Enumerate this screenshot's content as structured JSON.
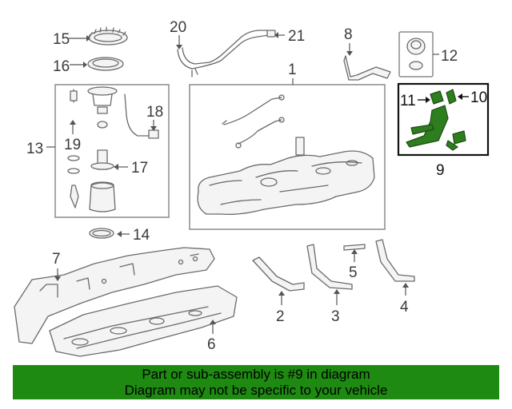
{
  "callouts": {
    "n1": "1",
    "n2": "2",
    "n3": "3",
    "n4": "4",
    "n5": "5",
    "n6": "6",
    "n7": "7",
    "n8": "8",
    "n9": "9",
    "n10": "10",
    "n11": "11",
    "n12": "12",
    "n13": "13",
    "n14": "14",
    "n15": "15",
    "n16": "16",
    "n17": "17",
    "n18": "18",
    "n19": "19",
    "n20": "20",
    "n21": "21"
  },
  "highlight": {
    "part": "9",
    "color": "#2e7d1f",
    "banner_color": "#1e8a12"
  },
  "banner": {
    "line1": "Part or sub-assembly is #9 in diagram",
    "line2": "Diagram may not be specific to your vehicle"
  }
}
